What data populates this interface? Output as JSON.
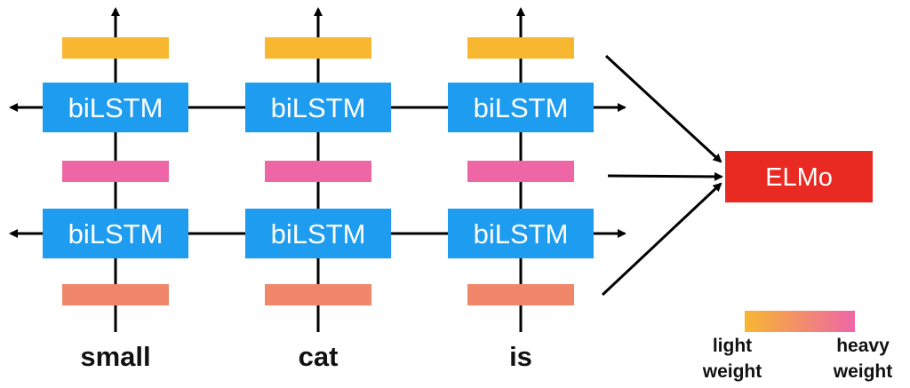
{
  "layers": [
    {
      "label": "biLSTM"
    },
    {
      "label": "biLSTM"
    }
  ],
  "words": [
    "small",
    "cat",
    "is"
  ],
  "output": {
    "label": "ELMo"
  },
  "legend": {
    "light_line1": "light",
    "light_line2": "weight",
    "heavy_line1": "heavy",
    "heavy_line2": "weight"
  },
  "colors": {
    "lstm": "#1E9CF0",
    "elmo": "#E82A22",
    "weight_top": "#F7B731",
    "weight_middle": "#EE66A6",
    "weight_bottom": "#F0876A",
    "line": "#000000"
  }
}
